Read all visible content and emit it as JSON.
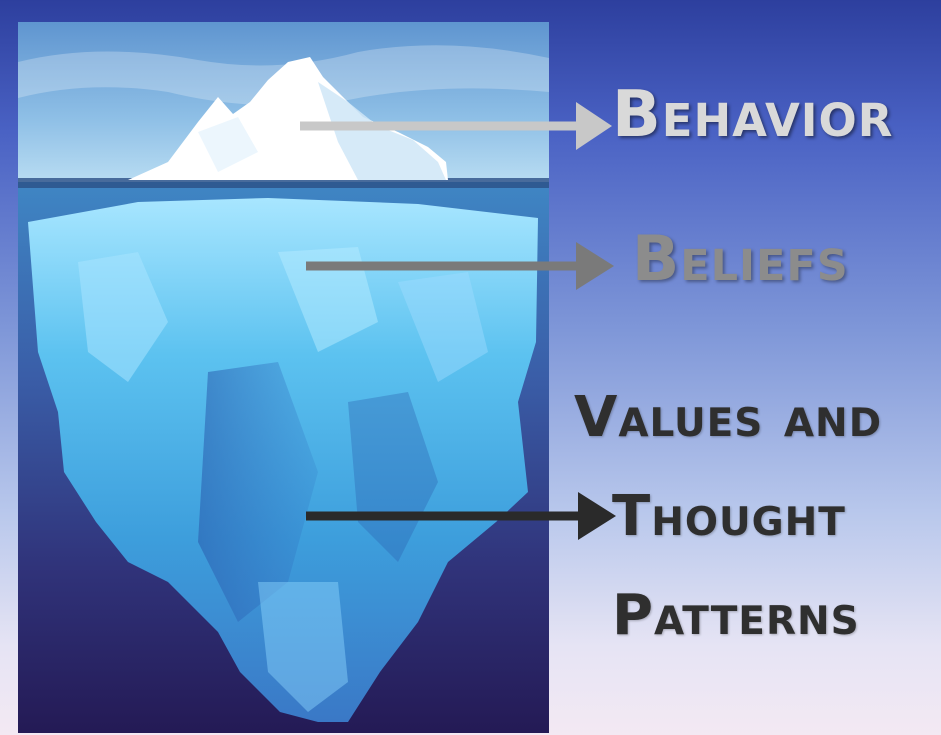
{
  "labels": {
    "behavior": "Behavior",
    "beliefs": "Beliefs",
    "values_line1": "Values and",
    "values_line2": "Thought",
    "values_line3": "Patterns"
  },
  "colors": {
    "background_top": "#2d3f9e",
    "background_bottom": "#f3e9f3",
    "behavior_arrow": "#c8c8c8",
    "beliefs_arrow": "#7a7a7a",
    "values_arrow": "#2a2a2a",
    "water_deep": "#2a1f5c",
    "ice_underwater": "#4fb4ea",
    "ice_above": "#ffffff"
  },
  "icons": {
    "image": "iceberg-photo",
    "arrows": [
      "arrow-right-icon",
      "arrow-right-icon",
      "arrow-right-icon"
    ]
  }
}
